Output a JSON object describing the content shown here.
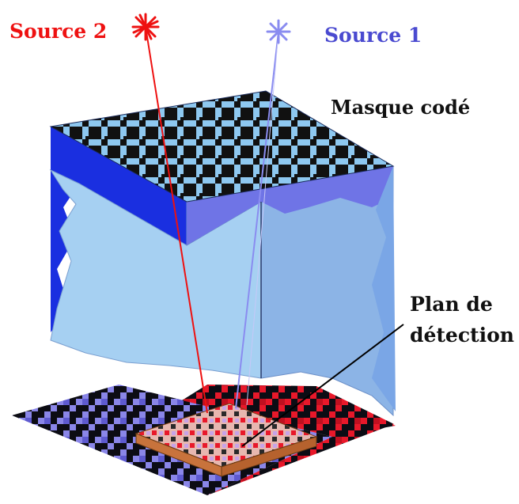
{
  "labels": {
    "source2": "Source 2",
    "source1": "Source 1",
    "mask": "Masque codé",
    "detector_line1": "Plan de",
    "detector_line2": "détection"
  },
  "colors": {
    "source2": "#ee1111",
    "source1": "#6f74e6",
    "mask_top": "#8ec8f0",
    "mask_dark": "#111111",
    "wall_left": "#1a2fe0",
    "wall_front": "#a6d0f2",
    "wall_front_right": "#8cb4e6",
    "detector_red": "#e8182a",
    "detector_blue": "#8a86e8",
    "detector_plate": "#e7b7b0",
    "detector_edge": "#c8733c"
  }
}
